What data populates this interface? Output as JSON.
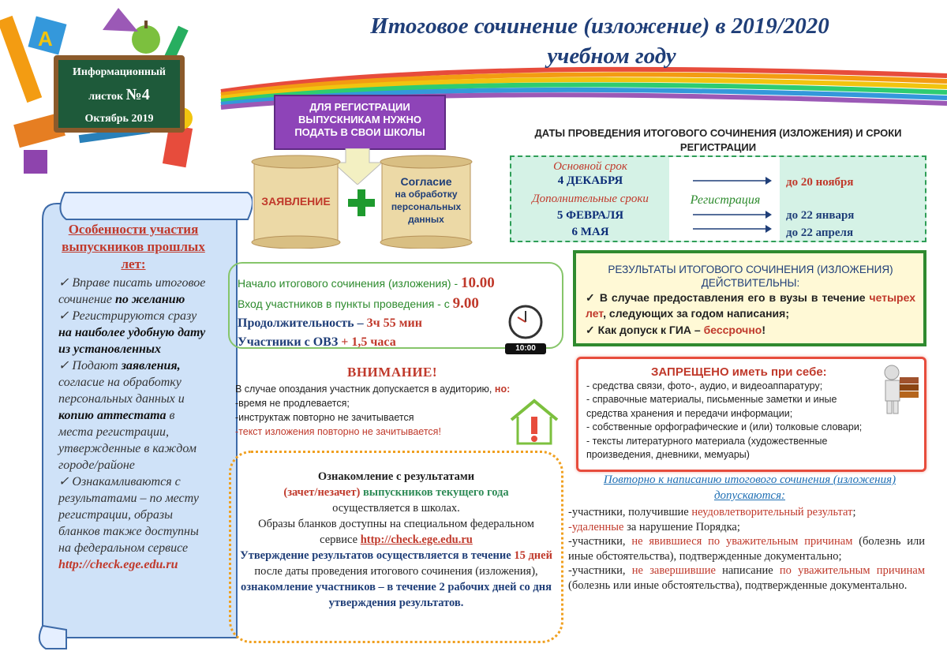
{
  "header": {
    "title_line1": "Итоговое сочинение (изложение) в 2019/2020",
    "title_line2": "учебном году"
  },
  "board": {
    "line1": "Информационный",
    "line2_prefix": "листок ",
    "line2_num": "№4",
    "line3": "Октябрь 2019"
  },
  "banner": {
    "text": "ДЛЯ РЕГИСТРАЦИИ ВЫПУСКНИКАМ НУЖНО ПОДАТЬ В СВОИ ШКОЛЫ"
  },
  "scroll_left": {
    "text": "ЗАЯВЛЕНИЕ"
  },
  "scroll_right": {
    "line1": "Согласие",
    "line2": "на обработку",
    "line3": "персональных",
    "line4": "данных"
  },
  "dates": {
    "title": "ДАТЫ ПРОВЕДЕНИЯ ИТОГОВОГО СОЧИНЕНИЯ (ИЗЛОЖЕНИЯ) И СРОКИ РЕГИСТРАЦИИ",
    "main_label": "Основной срок",
    "main_date": "4 ДЕКАБРЯ",
    "extra_label": "Дополнительные сроки",
    "extra_date1": "5 ФЕВРАЛЯ",
    "extra_date2": "6 МАЯ",
    "registration": "Регистрация",
    "deadline1": "до 20 ноября",
    "deadline2": "до 22 января",
    "deadline3": "до 22 апреля"
  },
  "left_panel": {
    "heading": "Особенности участия выпускников прошлых лет:",
    "i1_a": "Вправе писать итоговое сочинение ",
    "i1_b": "по желанию",
    "i2_a": "Регистрируются сразу ",
    "i2_b": "на наиболее удобную дату из установленных",
    "i3_a": "Подают ",
    "i3_b": "заявления,",
    "i3_c": " согласие на обработку персональных данных и ",
    "i3_d": "копию аттестата",
    "i3_e": " в места регистрации, утвержденные в каждом городе/районе",
    "i4_a": "Ознакамливаются с результатами – по месту регистрации, образы бланков также доступны на федеральном сервисе ",
    "i4_b": "http://check.ege.edu.ru"
  },
  "times": {
    "start_label": "Начало итогового сочинения (изложения) - ",
    "start_val": "10.00",
    "entry_label": "Вход участников в пункты проведения - с ",
    "entry_val": "9.00",
    "dur_label": "Продолжительность – ",
    "dur_val": "3ч 55 мин",
    "ovz_label": "Участники с ОВЗ ",
    "ovz_val": "+ 1,5 часа",
    "clock_text": "10:00"
  },
  "attention": {
    "title": "ВНИМАНИЕ!",
    "l1_a": "В случае опоздания участник допускается в аудиторию, ",
    "l1_b": "но:",
    "l2": "-время не продлевается;",
    "l3": "-инструктаж повторно не зачитывается",
    "l4": "-текст изложения повторно не зачитывается!"
  },
  "results": {
    "title": "РЕЗУЛЬТАТЫ ИТОГОВОГО СОЧИНЕНИЯ (ИЗЛОЖЕНИЯ) ДЕЙСТВИТЕЛЬНЫ:",
    "i1_a": "В случае предоставления его в вузы в течение ",
    "i1_b": "четырех лет",
    "i1_c": ", следующих за годом написания;",
    "i2_a": "Как допуск к ГИА – ",
    "i2_b": "бессрочно",
    "i2_c": "!"
  },
  "forbid": {
    "title": "ЗАПРЕЩЕНО иметь при себе:",
    "l1": "- средства связи, фото-, аудио, и видеоаппаратуру;",
    "l2": "- справочные материалы, письменные заметки и иные средства хранения и передачи информации;",
    "l3": "- собственные орфографические и (или) толковые словари;",
    "l4": "- тексты литературного материала (художественные произведения, дневники, мемуары)"
  },
  "acq": {
    "l1": "Ознакомление с результатами",
    "l2_a": "(зачет/незачет)",
    "l2_b": " выпускников текущего года",
    "l3": "осуществляется в школах.",
    "l4": "Образы бланков доступны на специальном федеральном сервисе ",
    "l4_link": "http://check.ege.edu.ru",
    "l5": "Утверждение результатов осуществляется в ",
    "l5_b": "течение ",
    "l5_c": "15 дней",
    "l5_d": " после даты проведения итогового сочинения (изложения), ",
    "l5_e": "ознакомление участников – в течение 2 рабочих дней со дня утверждения результатов."
  },
  "repeat": {
    "title": "Повторно к написанию итогового сочинения (изложения) допускаются:",
    "p1_a": "-участники, получившие ",
    "p1_b": "неудовлетворительный результат",
    ";": "",
    "p1_c": ";",
    "p2_a": "-удаленные",
    "p2_b": " за нарушение Порядка;",
    "p3_a": "-участники, ",
    "p3_b": "не явившиеся по уважительным причинам",
    "p3_c": " (болезнь или иные обстоятельства), подтвержденные документально;",
    "p4_a": "-участники, ",
    "p4_b": "не завершившие",
    "p4_c": " написание ",
    "p4_d": "по уважительным причинам",
    "p4_e": " (болезнь или иные обстоятельства), подтвержденные документально."
  },
  "colors": {
    "title": "#1f3e78",
    "accent_red": "#c0392b",
    "green": "#2f8a2f",
    "purple": "#8e44b8"
  }
}
